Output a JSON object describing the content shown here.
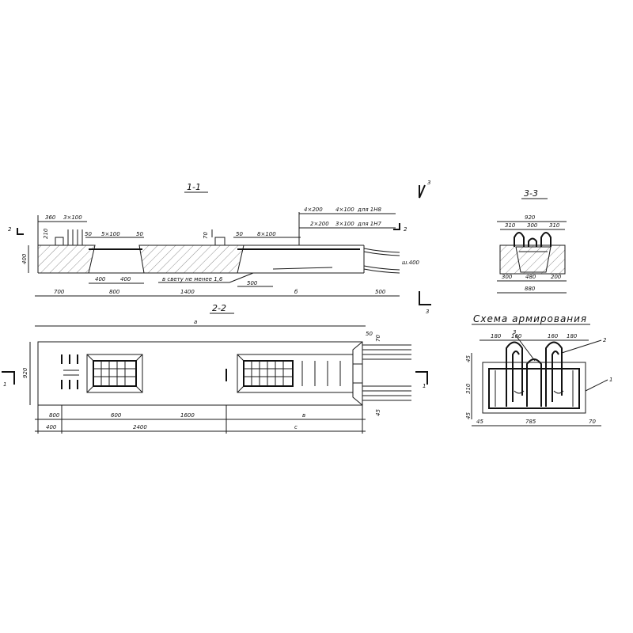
{
  "titles": {
    "section_1_1": "1-1",
    "section_2_2": "2-2",
    "section_3_3": "3-3",
    "scheme": "Схема армирования"
  },
  "markers": {
    "m2": "2",
    "m3": "3",
    "m1": "1"
  },
  "section_1_1": {
    "dims_top": [
      "360",
      "3×100",
      "50",
      "5×100",
      "50",
      "50",
      "8×100"
    ],
    "dim_210": "210",
    "dim_70": "70",
    "dim_height": "400",
    "spacing_labels": [
      "4×200",
      "4×100",
      "для 1Н8",
      "2×200",
      "3×100",
      "для 1Н7"
    ],
    "bottom_dims": [
      "400",
      "400",
      "500"
    ],
    "overall_dims": [
      "700",
      "800",
      "1400",
      "б",
      "500"
    ],
    "note": "в свету не менее 1,6",
    "rope": "ш.400"
  },
  "section_2_2": {
    "dim_a": "a",
    "dim_920": "920",
    "dim_50": "50",
    "dim_70": "70",
    "dim_45": "45",
    "dims_row1": [
      "800",
      "600",
      "1600",
      "в"
    ],
    "dims_row2": [
      "400",
      "2400",
      "с"
    ]
  },
  "section_3_3": {
    "width_top": "920",
    "loops": [
      "310",
      "300",
      "310"
    ],
    "bottom": [
      "300",
      "480",
      "200"
    ],
    "total": "880"
  },
  "scheme": {
    "top": [
      "180",
      "160",
      "160",
      "180"
    ],
    "left": [
      "45",
      "310",
      "45"
    ],
    "bottom": [
      "45",
      "785",
      "70"
    ],
    "callouts": [
      "3",
      "2",
      "1"
    ]
  }
}
